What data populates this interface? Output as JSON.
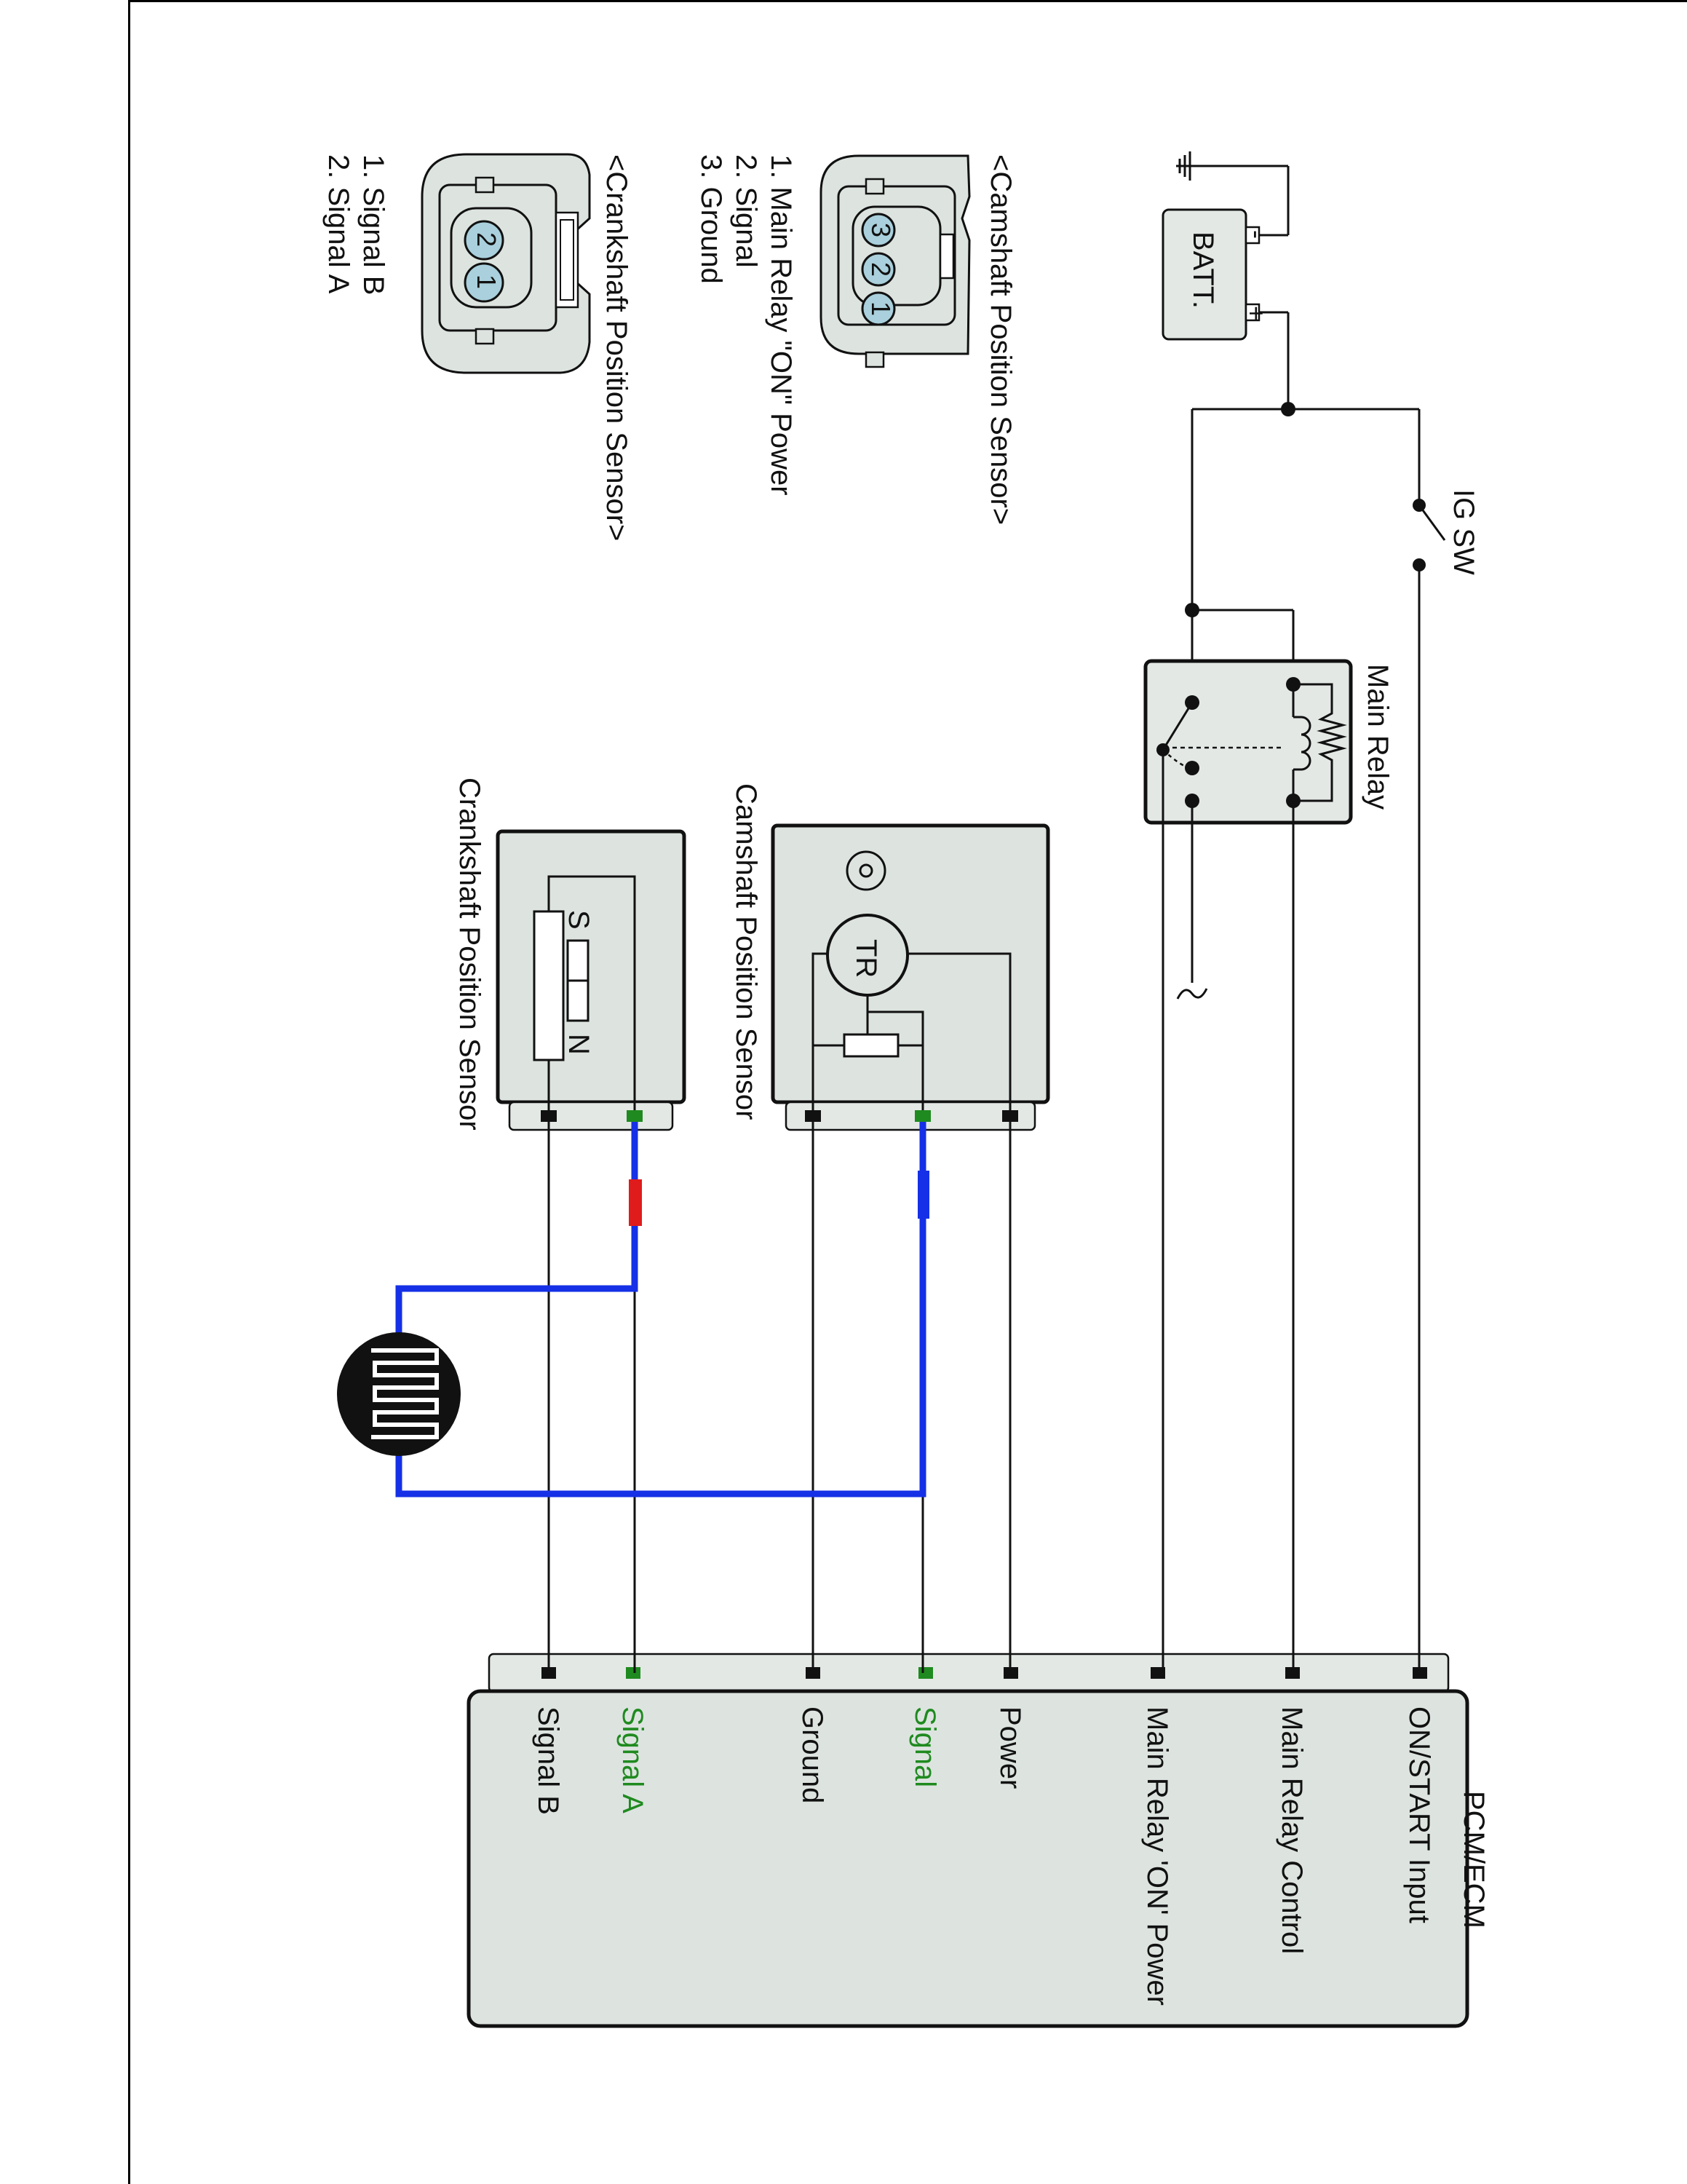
{
  "pcm": {
    "title": "PCM/ECM",
    "pins": [
      {
        "label": "ON/START Input",
        "color": "#111111"
      },
      {
        "label": "Main Relay Control",
        "color": "#111111"
      },
      {
        "label": "Main Relay 'ON' Power",
        "color": "#111111"
      },
      {
        "label": "Power",
        "color": "#111111"
      },
      {
        "label": "Signal",
        "color": "#1f8a1f"
      },
      {
        "label": "Ground",
        "color": "#111111"
      },
      {
        "label": "Signal A",
        "color": "#1f8a1f"
      },
      {
        "label": "Signal B",
        "color": "#111111"
      }
    ]
  },
  "battery": {
    "label": "BATT.",
    "plus": "+",
    "minus": "-"
  },
  "ig_switch": {
    "label": "IG SW"
  },
  "main_relay": {
    "label": "Main Relay"
  },
  "cam_sensor": {
    "label": "Camshaft Position Sensor",
    "element": "TR"
  },
  "crank_sensor": {
    "label": "Crankshaft Position Sensor",
    "pole_s": "S",
    "pole_n": "N"
  },
  "cam_connector": {
    "title": "<Camshaft Position Sensor>",
    "pin_numbers": [
      "3",
      "2",
      "1"
    ],
    "pins": [
      "1. Main Relay \"ON\" Power",
      "2. Signal",
      "3. Ground"
    ]
  },
  "crank_connector": {
    "title": "<Crankshaft Position Sensor>",
    "pin_numbers": [
      "2",
      "1"
    ],
    "pins": [
      "1. Signal B",
      "2. Signal A"
    ]
  },
  "colors": {
    "highlight_wire": "#1530e6",
    "fault_marker": "#e01b1b",
    "pin_green": "#1f8a1f",
    "component_fill": "#dde4e0"
  }
}
